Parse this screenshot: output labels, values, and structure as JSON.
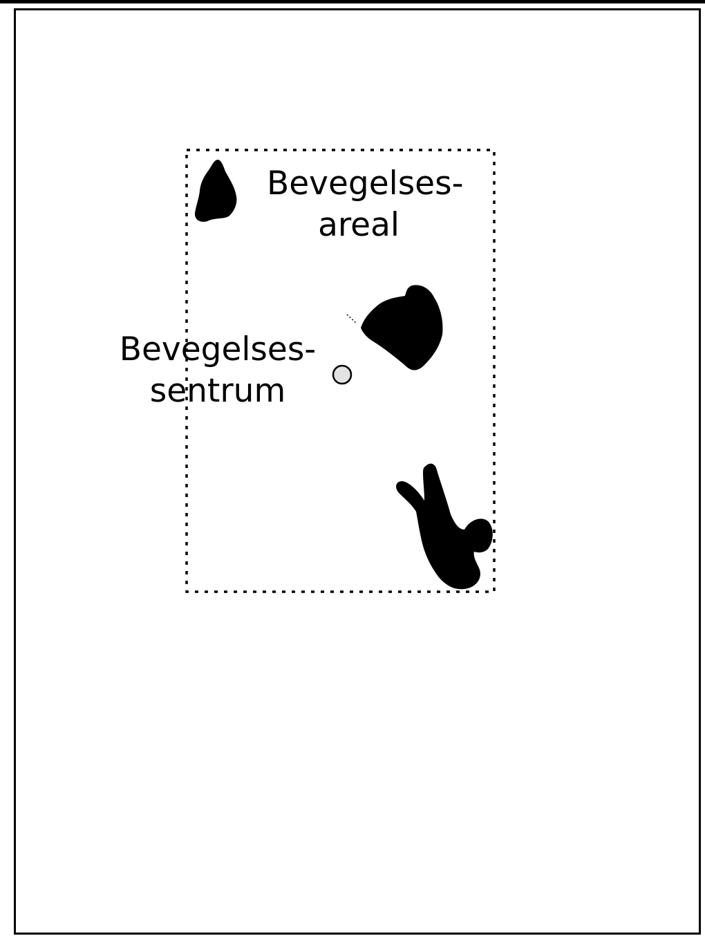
{
  "labels": {
    "movement_area_line1": "Bevegelses-",
    "movement_area_line2": "areal",
    "movement_center_line1": "Bevegelses-",
    "movement_center_line2": "sentrum"
  },
  "colors": {
    "ink": "#000000",
    "center_marker_fill": "#e3e3e3",
    "background": "#ffffff"
  },
  "icons": {
    "shape_1": "ink-blob-top-left-icon",
    "shape_2": "ink-blob-middle-icon",
    "shape_3": "ink-figure-bottom-right-icon",
    "center": "movement-center-circle-icon"
  }
}
